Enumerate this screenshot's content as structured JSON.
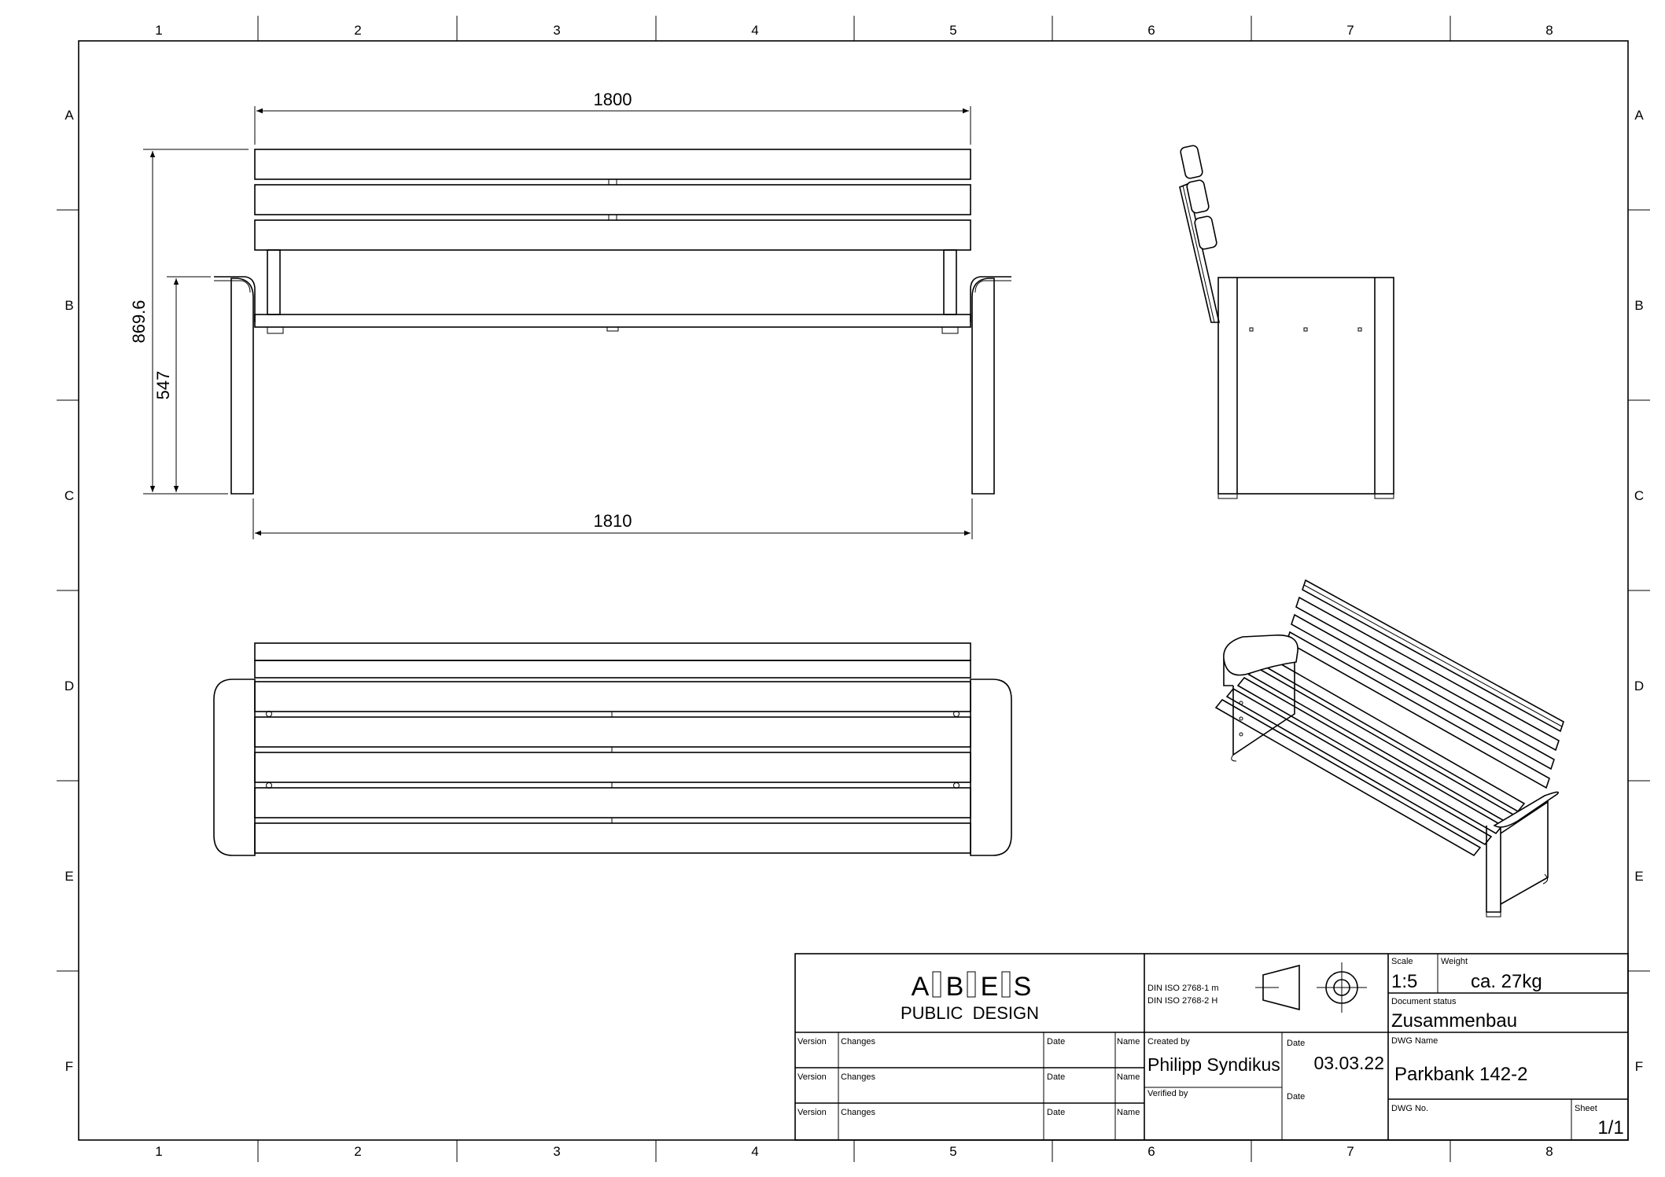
{
  "frame": {
    "columns": [
      "1",
      "2",
      "3",
      "4",
      "5",
      "6",
      "7",
      "8"
    ],
    "rows": [
      "A",
      "B",
      "C",
      "D",
      "E",
      "F"
    ]
  },
  "front_view": {
    "dim_overall_width": "1800",
    "dim_foot_width": "1810",
    "dim_overall_height": "869.6",
    "dim_seat_height": "547"
  },
  "title_block": {
    "logo_letters": [
      "A",
      "B",
      "E",
      "S"
    ],
    "logo_subtitle": "PUBLIC  DESIGN",
    "standard_1": "DIN ISO 2768-1 m",
    "standard_2": "DIN ISO 2768-2 H",
    "scale_label": "Scale",
    "scale_value": "1:5",
    "weight_label": "Weight",
    "weight_value": "ca. 27kg",
    "status_label": "Document status",
    "status_value": "Zusammenbau",
    "dwg_name_label": "DWG Name",
    "dwg_name_value": "Parkbank 142-2",
    "dwg_no_label": "DWG No.",
    "sheet_label": "Sheet",
    "sheet_value": "1/1",
    "created_by_label": "Created by",
    "created_by_value": "Philipp Syndikus",
    "verified_by_label": "Verified by",
    "date_label": "Date",
    "date_value": "03.03.22",
    "revisions": [
      {
        "version": "Version",
        "changes": "Changes",
        "date": "Date",
        "name": "Name"
      },
      {
        "version": "Version",
        "changes": "Changes",
        "date": "Date",
        "name": "Name"
      },
      {
        "version": "Version",
        "changes": "Changes",
        "date": "Date",
        "name": "Name"
      }
    ]
  }
}
